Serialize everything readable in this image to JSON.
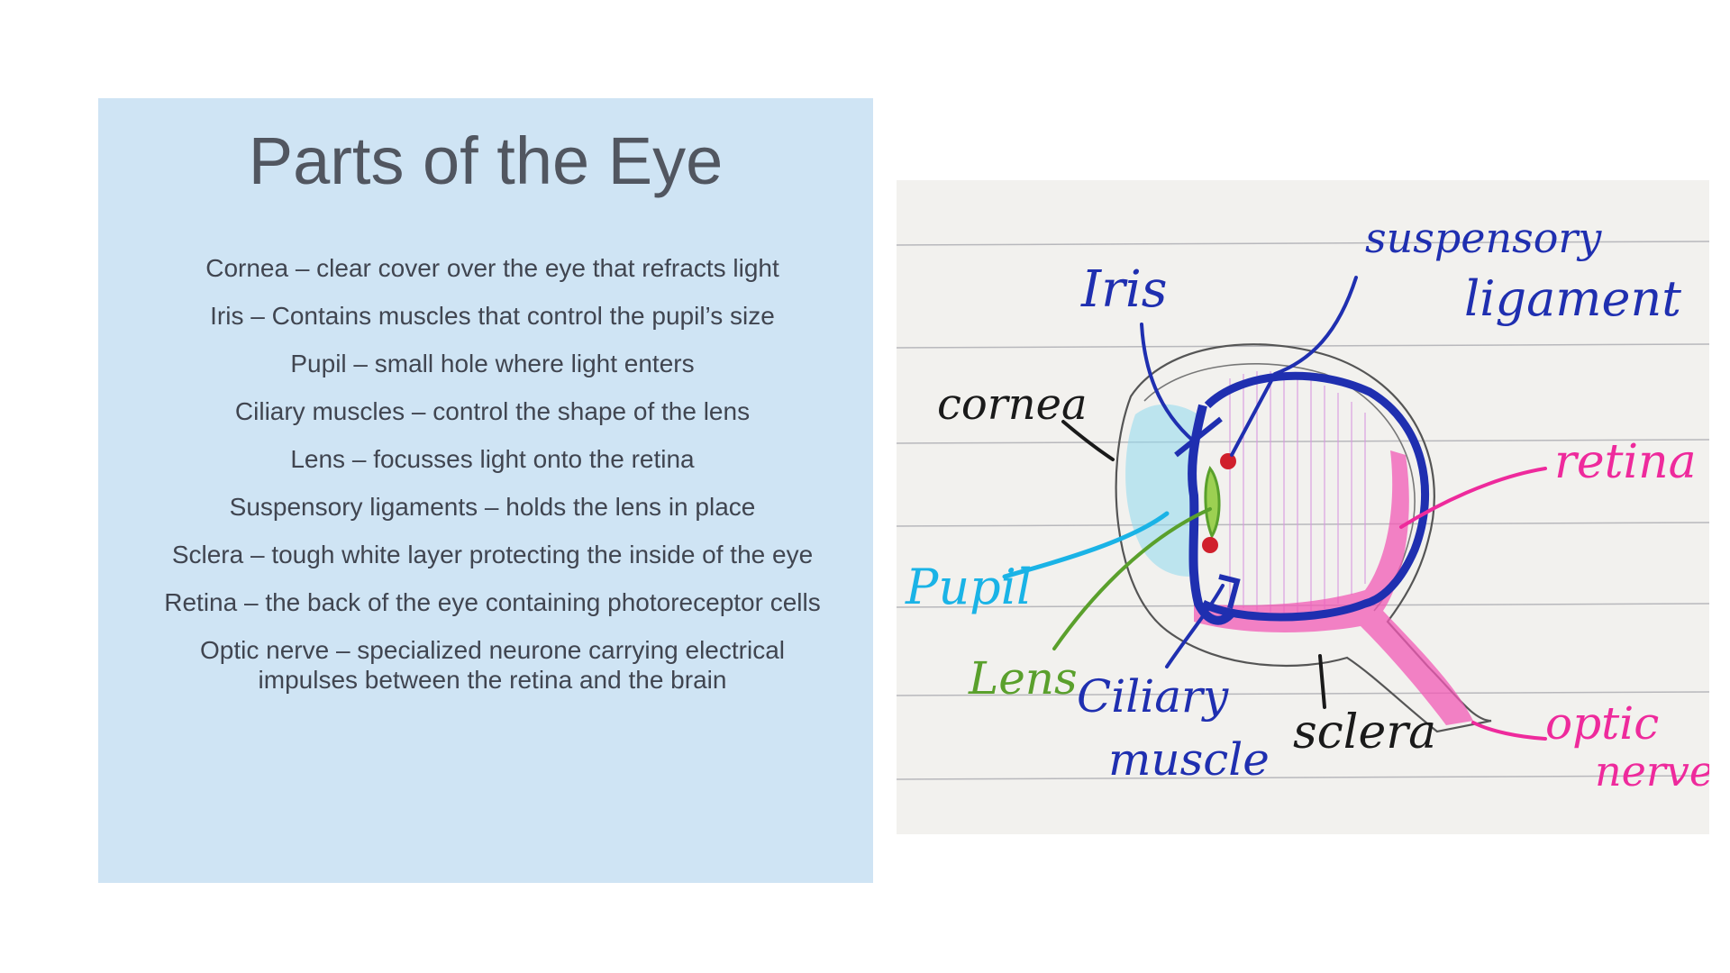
{
  "slide": {
    "title": "Parts of the Eye",
    "definitions": [
      "Cornea – clear cover over the eye that refracts light",
      "Iris – Contains muscles that control the pupil’s size",
      "Pupil – small hole where light enters",
      "Ciliary muscles – control the shape of the lens",
      "Lens – focusses light onto the retina",
      "Suspensory ligaments – holds the lens in place",
      "Sclera – tough white layer protecting the inside of the eye",
      "Retina – the back of the eye containing photoreceptor cells",
      "Optic nerve – specialized neurone carrying electrical impulses between the retina and the brain"
    ]
  },
  "diagram": {
    "labels": {
      "iris": "Iris",
      "suspensory_line1": "suspensory",
      "suspensory_line2": "ligament",
      "cornea": "cornea",
      "retina": "retina",
      "pupil": "Pupil",
      "lens": "Lens",
      "ciliary_line1": "Ciliary",
      "ciliary_line2": "muscle",
      "sclera": "sclera",
      "optic_line1": "optic",
      "optic_line2": "nerve"
    },
    "colors": {
      "panel": "#cfe4f4",
      "paper": "#f2f1ee",
      "iris_blue": "#1f2fb0",
      "pupil_cyan": "#1ab3e6",
      "lens_green": "#5aa02c",
      "retina_pink": "#ee2a9c",
      "ink_black": "#1a1a1a",
      "ciliary_red": "#d0202c"
    }
  }
}
